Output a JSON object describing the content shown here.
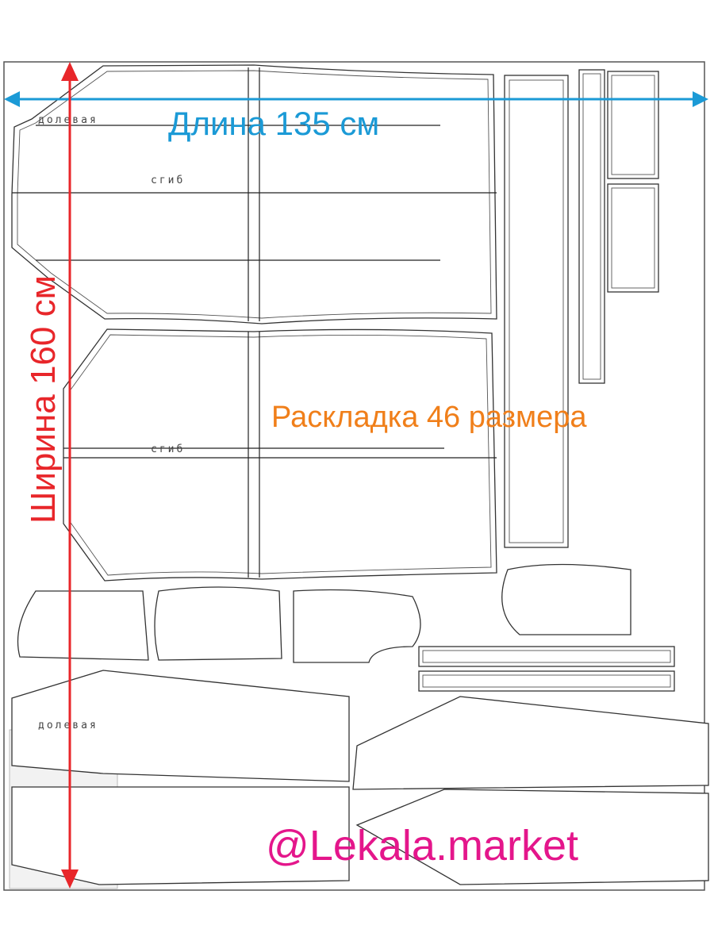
{
  "dimensions": {
    "length_label": "Длина 135 см",
    "width_label": "Ширина 160 см"
  },
  "layout_title": "Раскладка 46 размера",
  "watermark": "@Lekala.market",
  "piece_labels": {
    "fold": "сгиб",
    "grainline": "долевая"
  },
  "colors": {
    "length": "#1b9ad6",
    "width": "#e8262a",
    "title": "#f07f1a",
    "watermark": "#e4168b"
  }
}
